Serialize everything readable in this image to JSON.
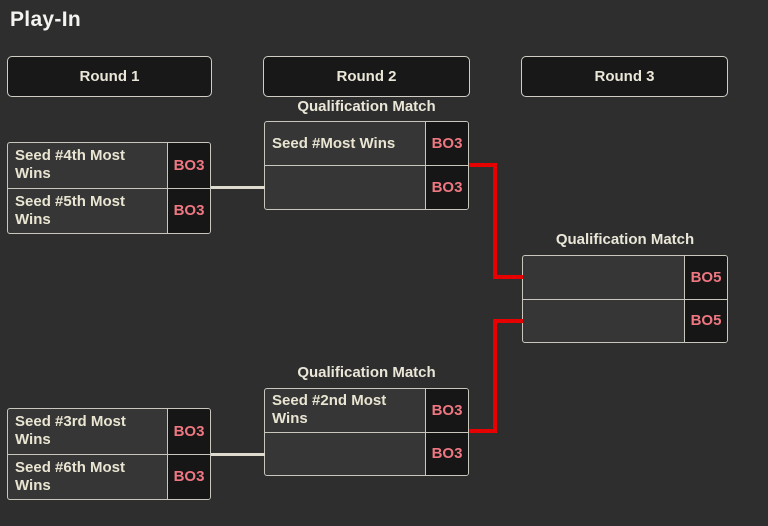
{
  "page": {
    "title": "Play-In"
  },
  "rounds": [
    {
      "label": "Round 1"
    },
    {
      "label": "Round 2"
    },
    {
      "label": "Round 3"
    }
  ],
  "matches": [
    {
      "round": 1,
      "label": "",
      "slots": [
        {
          "name": "Seed #4th Most Wins",
          "format": "BO3"
        },
        {
          "name": "Seed #5th Most Wins",
          "format": "BO3"
        }
      ]
    },
    {
      "round": 1,
      "label": "",
      "slots": [
        {
          "name": "Seed #3rd Most Wins",
          "format": "BO3"
        },
        {
          "name": "Seed #6th Most Wins",
          "format": "BO3"
        }
      ]
    },
    {
      "round": 2,
      "label": "Qualification Match",
      "slots": [
        {
          "name": "Seed #Most Wins",
          "format": "BO3"
        },
        {
          "name": "",
          "format": "BO3"
        }
      ]
    },
    {
      "round": 2,
      "label": "Qualification Match",
      "slots": [
        {
          "name": "Seed #2nd Most Wins",
          "format": "BO3"
        },
        {
          "name": "",
          "format": "BO3"
        }
      ]
    },
    {
      "round": 3,
      "label": "Qualification Match",
      "slots": [
        {
          "name": "",
          "format": "BO5"
        },
        {
          "name": "",
          "format": "BO5"
        }
      ]
    }
  ],
  "colors": {
    "background": "#2e2e2e",
    "panel_dark": "#181818",
    "match_bg": "#363636",
    "border_light": "#c9c6be",
    "text_cream": "#e9e5d2",
    "format_pink": "#ee7781",
    "connector_red": "#e60000",
    "connector_cream": "#dedbce"
  }
}
